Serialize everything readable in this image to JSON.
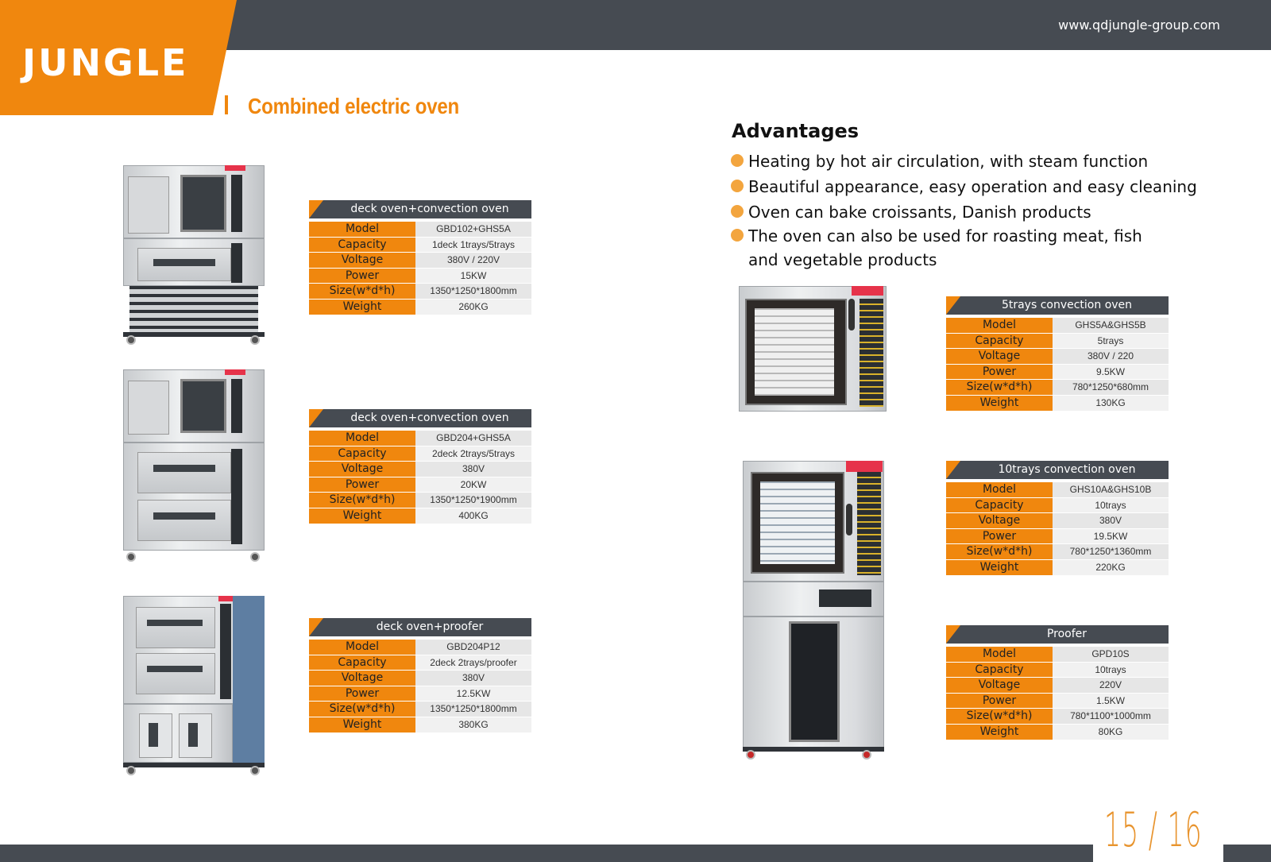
{
  "header": {
    "logo_text": "JUNGLE",
    "url": "www.qdjungle-group.com",
    "page_title": "Combined electric oven"
  },
  "advantages": {
    "title": "Advantages",
    "items": [
      "Heating by hot air circulation, with steam function",
      "Beautiful appearance, easy operation and easy cleaning",
      "Oven can bake croissants, Danish products",
      "The oven can also be used for roasting meat, fish",
      "and vegetable products"
    ]
  },
  "products": [
    {
      "title": "deck oven+convection oven",
      "rows": [
        {
          "label": "Model",
          "value": "GBD102+GHS5A"
        },
        {
          "label": "Capacity",
          "value": "1deck 1trays/5trays"
        },
        {
          "label": "Voltage",
          "value": "380V / 220V"
        },
        {
          "label": "Power",
          "value": "15KW"
        },
        {
          "label": "Size(w*d*h)",
          "value": "1350*1250*1800mm"
        },
        {
          "label": "Weight",
          "value": "260KG"
        }
      ]
    },
    {
      "title": "deck oven+convection oven",
      "rows": [
        {
          "label": "Model",
          "value": "GBD204+GHS5A"
        },
        {
          "label": "Capacity",
          "value": "2deck 2trays/5trays"
        },
        {
          "label": "Voltage",
          "value": "380V"
        },
        {
          "label": "Power",
          "value": "20KW"
        },
        {
          "label": "Size(w*d*h)",
          "value": "1350*1250*1900mm"
        },
        {
          "label": "Weight",
          "value": "400KG"
        }
      ]
    },
    {
      "title": "deck oven+proofer",
      "rows": [
        {
          "label": "Model",
          "value": "GBD204P12"
        },
        {
          "label": "Capacity",
          "value": "2deck 2trays/proofer"
        },
        {
          "label": "Voltage",
          "value": "380V"
        },
        {
          "label": "Power",
          "value": "12.5KW"
        },
        {
          "label": "Size(w*d*h)",
          "value": "1350*1250*1800mm"
        },
        {
          "label": "Weight",
          "value": "380KG"
        }
      ]
    },
    {
      "title": "5trays convection oven",
      "rows": [
        {
          "label": "Model",
          "value": "GHS5A&GHS5B"
        },
        {
          "label": "Capacity",
          "value": "5trays"
        },
        {
          "label": "Voltage",
          "value": "380V / 220"
        },
        {
          "label": "Power",
          "value": "9.5KW"
        },
        {
          "label": "Size(w*d*h)",
          "value": "780*1250*680mm"
        },
        {
          "label": "Weight",
          "value": "130KG"
        }
      ]
    },
    {
      "title": "10trays convection oven",
      "rows": [
        {
          "label": "Model",
          "value": "GHS10A&GHS10B"
        },
        {
          "label": "Capacity",
          "value": "10trays"
        },
        {
          "label": "Voltage",
          "value": "380V"
        },
        {
          "label": "Power",
          "value": "19.5KW"
        },
        {
          "label": "Size(w*d*h)",
          "value": "780*1250*1360mm"
        },
        {
          "label": "Weight",
          "value": "220KG"
        }
      ]
    },
    {
      "title": "Proofer",
      "rows": [
        {
          "label": "Model",
          "value": "GPD10S"
        },
        {
          "label": "Capacity",
          "value": "10trays"
        },
        {
          "label": "Voltage",
          "value": "220V"
        },
        {
          "label": "Power",
          "value": "1.5KW"
        },
        {
          "label": "Size(w*d*h)",
          "value": "780*1100*1000mm"
        },
        {
          "label": "Weight",
          "value": "80KG"
        }
      ]
    }
  ],
  "footer": {
    "page_number": "15 / 16"
  },
  "colors": {
    "brand_orange": "#f0870e",
    "dark_gray": "#464b52"
  }
}
